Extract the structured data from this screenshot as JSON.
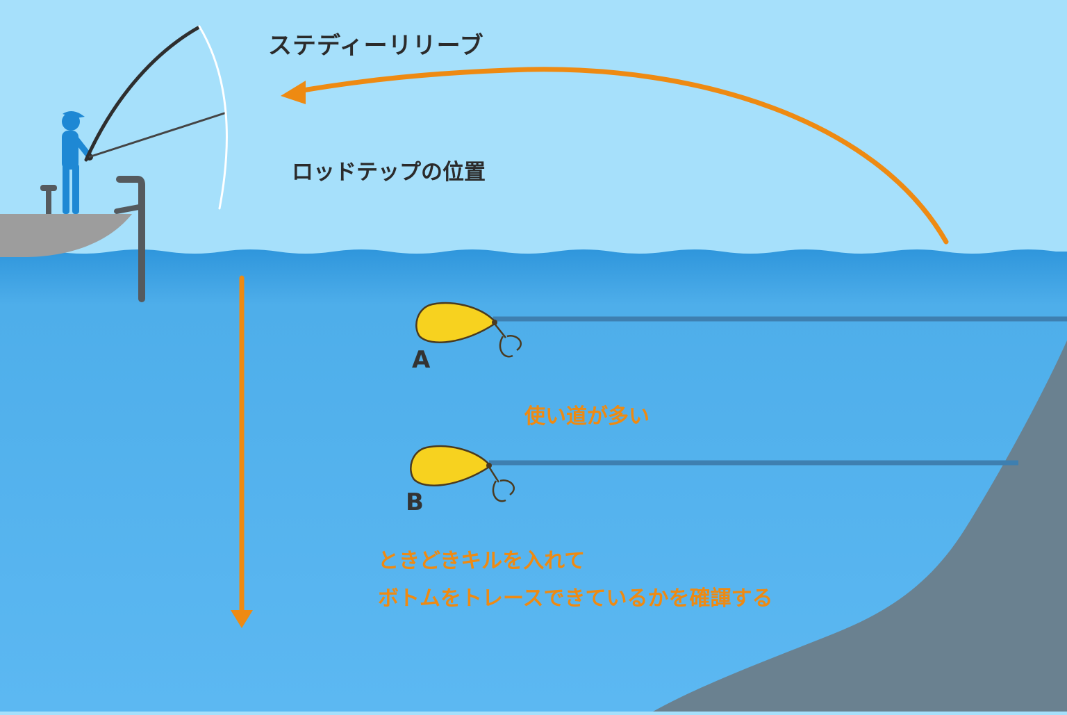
{
  "labels": {
    "retrieve_title": "ステディーリリーブ",
    "rod_tip_position": "ロッドテップの位置",
    "lure_a": "A",
    "lure_b": "B",
    "versatile": "使い道が多い",
    "note_line1": "ときどきキルを入れて",
    "note_line2": "ボトムをトレースできているかを確諢する"
  },
  "colors": {
    "sky": "#a6e0fb",
    "water": "#5ab6f0",
    "water_surface": "#3aa0e2",
    "arrow": "#ee8a12",
    "lure_body": "#f7d21f",
    "bottom_slope": "#6a8190",
    "angler": "#1e88d4",
    "boat": "#9d9d9d"
  },
  "icons": {
    "angler": "angler-icon",
    "boat": "boat-icon",
    "lure": "crankbait-lure-icon",
    "hook": "treble-hook-icon"
  }
}
